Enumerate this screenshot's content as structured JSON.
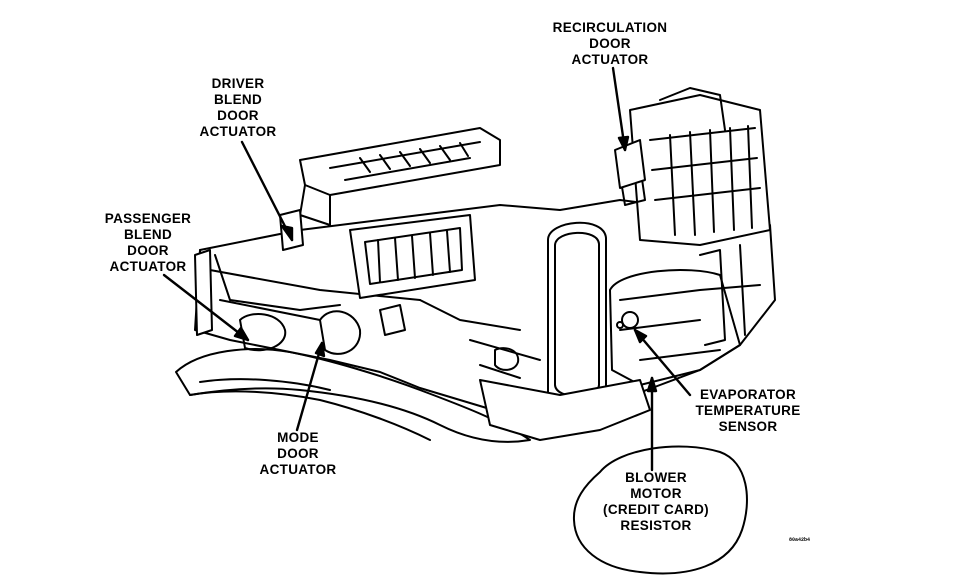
{
  "labels": {
    "recirculation_door_actuator": "RECIRCULATION\nDOOR\nACTUATOR",
    "driver_blend_door_actuator": "DRIVER\nBLEND\nDOOR\nACTUATOR",
    "passenger_blend_door_actuator": "PASSENGER\nBLEND\nDOOR\nACTUATOR",
    "mode_door_actuator": "MODE\nDOOR\nACTUATOR",
    "evaporator_temperature_sensor": "EVAPORATOR\nTEMPERATURE\nSENSOR",
    "blower_motor_resistor": "BLOWER\nMOTOR\n(CREDIT CARD)\nRESISTOR"
  },
  "figure_code": "80a42b4",
  "colors": {
    "ink": "#000000",
    "background": "#ffffff"
  }
}
